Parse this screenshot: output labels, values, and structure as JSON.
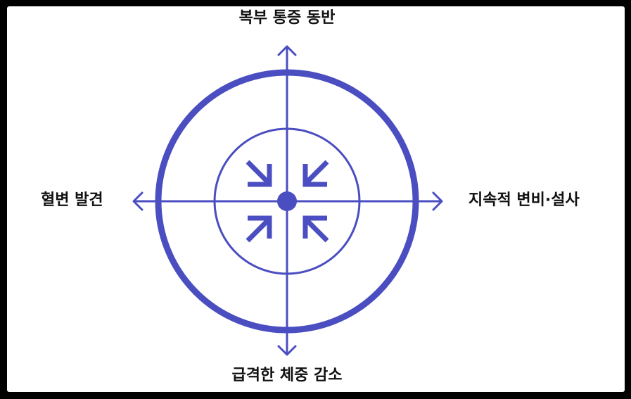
{
  "diagram": {
    "colors": {
      "accent": "#4A4EC0",
      "background": "#ffffff",
      "frame": "#000000",
      "text": "#111111"
    },
    "labels": {
      "top": "복부 통증 동반",
      "bottom": "급격한 체중 감소",
      "left": "혈변 발견",
      "right": "지속적 변비·설사"
    },
    "icons": [
      "arrow-down-right-icon",
      "arrow-down-left-icon",
      "arrow-up-right-icon",
      "arrow-up-left-icon"
    ]
  }
}
